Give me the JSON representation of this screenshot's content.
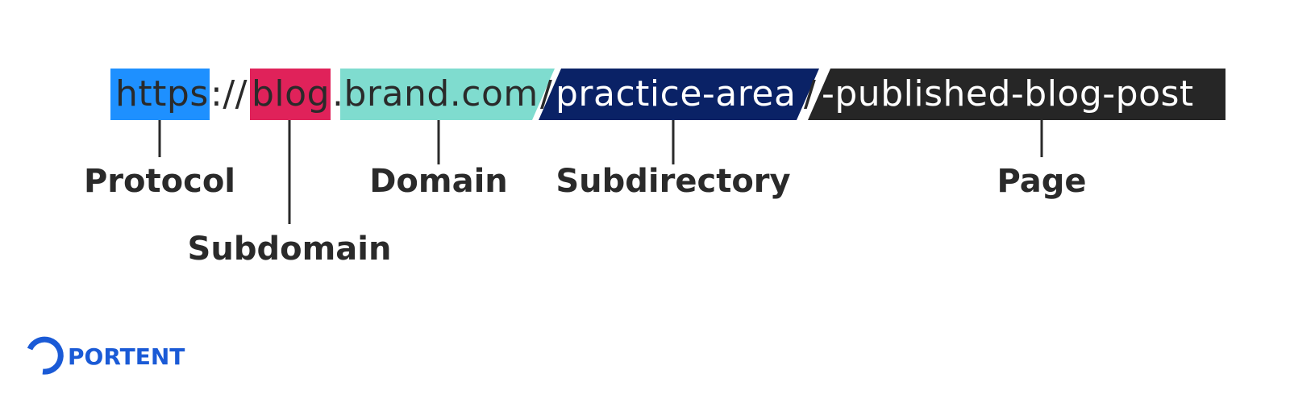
{
  "url": {
    "protocol": "https",
    "separator": "://",
    "subdomain": "blog",
    "domain": ".brand.com",
    "slash1": "/",
    "subdirectory": "practice-area",
    "slash2": "/",
    "page": "-published-blog-post"
  },
  "labels": {
    "protocol": "Protocol",
    "subdomain": "Subdomain",
    "domain": "Domain",
    "subdirectory": "Subdirectory",
    "page": "Page"
  },
  "colors": {
    "protocol": "#1e90ff",
    "subdomain": "#e0225a",
    "domain": "#7fdccf",
    "subdirectory": "#0a2266",
    "page": "#262626",
    "dark_text": "#2a2a2a",
    "light_text": "#ffffff",
    "brand": "#1a5ad6"
  },
  "brand": {
    "name": "PORTENT",
    "icon": "portent-ring-logo"
  }
}
